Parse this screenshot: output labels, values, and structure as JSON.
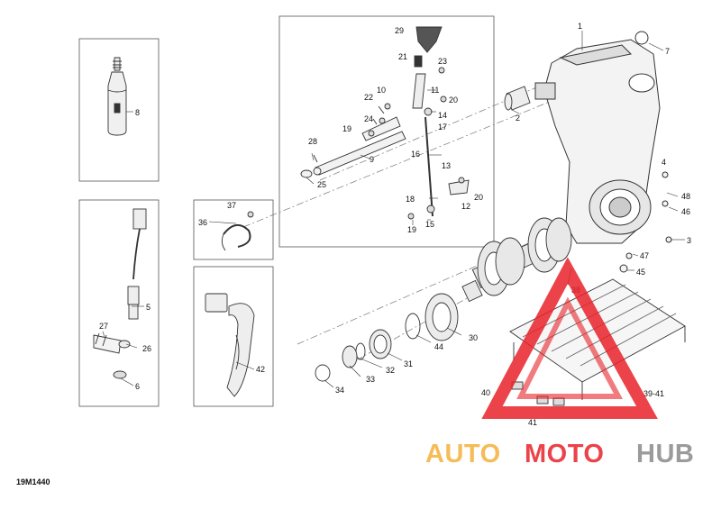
{
  "diagram": {
    "code": "19M1440",
    "callouts": {
      "c1": "1",
      "c2": "2",
      "c3": "3",
      "c4": "4",
      "c5": "5",
      "c6": "6",
      "c7": "7",
      "c8": "8",
      "c9": "9",
      "c10": "10",
      "c11": "11",
      "c12": "12",
      "c13": "13",
      "c14": "14",
      "c15": "15",
      "c16": "16",
      "c17": "17",
      "c18": "18",
      "c19a": "19",
      "c19b": "19",
      "c20a": "20",
      "c20b": "20",
      "c21": "21",
      "c22": "22",
      "c23": "23",
      "c24": "24",
      "c25": "25",
      "c26": "26",
      "c27": "27",
      "c28": "28",
      "c29": "29",
      "c30": "30",
      "c31": "31",
      "c32": "32",
      "c33": "33",
      "c34": "34",
      "c36": "36",
      "c37": "37",
      "c38": "38",
      "c39_41": "39-41",
      "c40": "40",
      "c41": "41",
      "c42": "42",
      "c44": "44",
      "c45": "45",
      "c46": "46",
      "c47": "47",
      "c48": "48"
    }
  },
  "watermark": {
    "part1": "AUTO",
    "part2": "MOTO",
    "part3": "HUB",
    "color_orange": "#f4b13a",
    "color_red": "#e8232a",
    "color_grey": "#8a8a8a"
  }
}
